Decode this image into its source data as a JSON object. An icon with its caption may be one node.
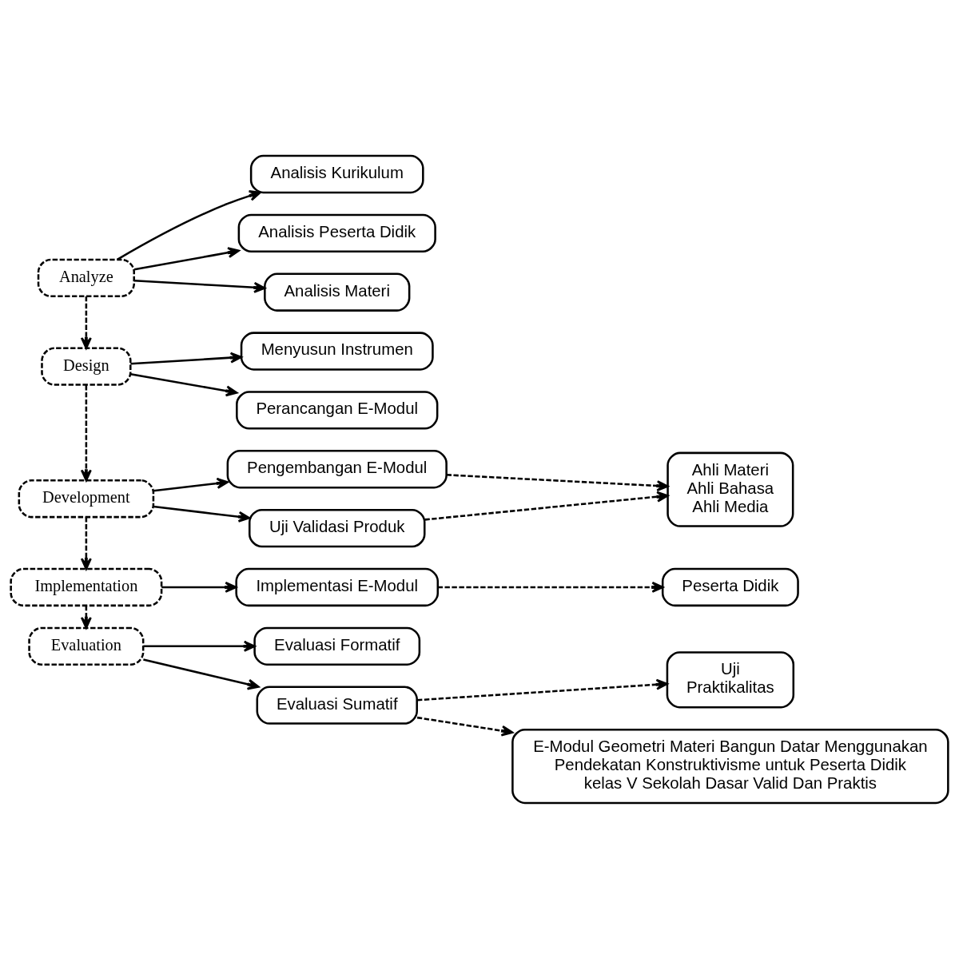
{
  "diagram": {
    "nodes": [
      {
        "text": [
          "Analyze"
        ]
      },
      {
        "text": [
          "Analisis Kurikulum"
        ]
      },
      {
        "text": [
          "Analisis Peserta Didik"
        ]
      },
      {
        "text": [
          "Analisis Materi"
        ]
      },
      {
        "text": [
          "Design"
        ]
      },
      {
        "text": [
          "Menyusun Instrumen"
        ]
      },
      {
        "text": [
          "Perancangan E-Modul"
        ]
      },
      {
        "text": [
          "Development"
        ]
      },
      {
        "text": [
          "Pengembangan E-Modul"
        ]
      },
      {
        "text": [
          "Uji Validasi Produk"
        ]
      },
      {
        "text": [
          "Ahli Materi",
          "Ahli Bahasa",
          "Ahli Media"
        ]
      },
      {
        "text": [
          "Implementation"
        ]
      },
      {
        "text": [
          "Implementasi E-Modul"
        ]
      },
      {
        "text": [
          "Peserta Didik"
        ]
      },
      {
        "text": [
          "Evaluation"
        ]
      },
      {
        "text": [
          "Evaluasi Formatif"
        ]
      },
      {
        "text": [
          "Evaluasi Sumatif"
        ]
      },
      {
        "text": [
          "Uji Praktikalitas"
        ]
      },
      {
        "text": [
          "E-Modul Geometri Materi Bangun Datar Menggunakan Pendekatan Konstruktivisme untuk Peserta Didik kelas V Sekolah Dasar Valid Dan Praktis"
        ]
      }
    ],
    "edges": [
      {
        "from": 0,
        "to": 1,
        "arrow": "to"
      },
      {
        "from": 0,
        "to": 2,
        "arrow": "to"
      },
      {
        "from": 0,
        "to": 3,
        "arrow": "to"
      },
      {
        "from": 0,
        "to": 4,
        "arrow": "to",
        "style": "dashed"
      },
      {
        "from": 4,
        "to": 5,
        "arrow": "to"
      },
      {
        "from": 4,
        "to": 6,
        "arrow": "to"
      },
      {
        "from": 4,
        "to": 7,
        "arrow": "to",
        "style": "dashed"
      },
      {
        "from": 7,
        "to": 8,
        "arrow": "to"
      },
      {
        "from": 7,
        "to": 9,
        "arrow": "to"
      },
      {
        "from": 8,
        "to": 10,
        "arrow": "to",
        "style": "dashed"
      },
      {
        "from": 9,
        "to": 10,
        "arrow": "to",
        "style": "dashed"
      },
      {
        "from": 7,
        "to": 11,
        "arrow": "to",
        "style": "dashed"
      },
      {
        "from": 11,
        "to": 12,
        "arrow": "to"
      },
      {
        "from": 12,
        "to": 13,
        "arrow": "to",
        "style": "dashed"
      },
      {
        "from": 11,
        "to": 14,
        "arrow": "to",
        "style": "dashed"
      },
      {
        "from": 14,
        "to": 15,
        "arrow": "to"
      },
      {
        "from": 14,
        "to": 16,
        "arrow": "to"
      },
      {
        "from": 16,
        "to": 17,
        "arrow": "to",
        "style": "dashed"
      },
      {
        "from": 16,
        "to": 18,
        "arrow": "to",
        "style": "dashed"
      }
    ]
  }
}
